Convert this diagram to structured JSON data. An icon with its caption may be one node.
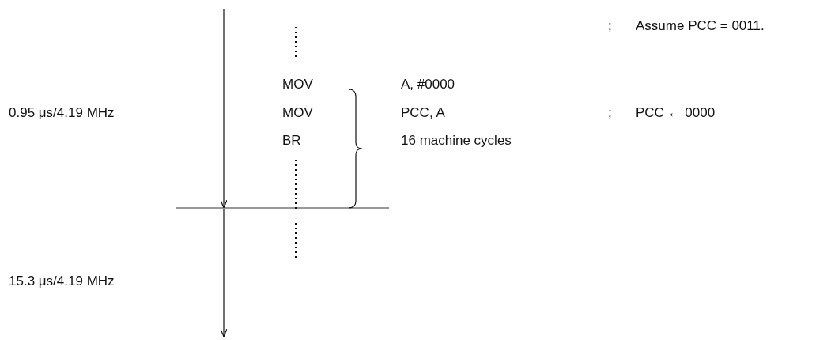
{
  "diagram": {
    "labels": [
      ";",
      "Assume PCC = 0011.",
      "MOV",
      "A, #0000",
      "0.95 μs/4.19 MHz",
      "MOV",
      "PCC, A",
      ";",
      "PCC ← 0000",
      "BR",
      "16 machine cycles",
      "15.3 μs/4.19 MHz"
    ]
  }
}
